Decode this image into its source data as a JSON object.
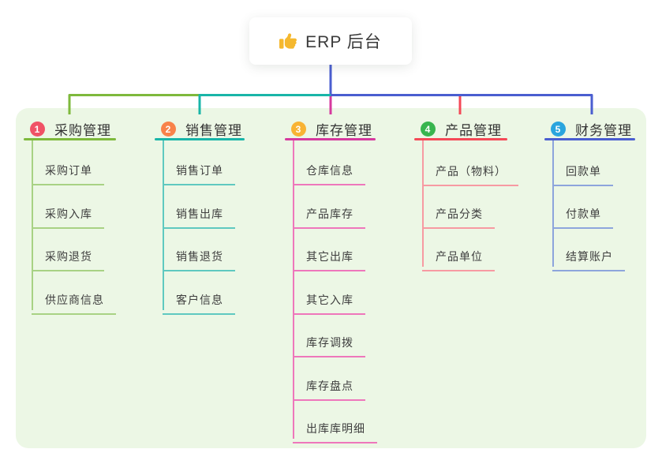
{
  "root": {
    "label": "ERP 后台",
    "icon": "thumbs-up-icon"
  },
  "branches": [
    {
      "index": "1",
      "title": "采购管理",
      "badge_color": "#f05266",
      "line_color": "#7eb93c",
      "sub_line_color": "#a8d284",
      "items": [
        "采购订单",
        "采购入库",
        "采购退货",
        "供应商信息"
      ]
    },
    {
      "index": "2",
      "title": "销售管理",
      "badge_color": "#f8824a",
      "line_color": "#19b5a8",
      "sub_line_color": "#5fc9c0",
      "items": [
        "销售订单",
        "销售出库",
        "销售退货",
        "客户信息"
      ]
    },
    {
      "index": "3",
      "title": "库存管理",
      "badge_color": "#f8b334",
      "line_color": "#d6399e",
      "sub_line_color": "#ee77bb",
      "items": [
        "仓库信息",
        "产品库存",
        "其它出库",
        "其它入库",
        "库存调拨",
        "库存盘点",
        "出库库明细"
      ]
    },
    {
      "index": "4",
      "title": "产品管理",
      "badge_color": "#38b54e",
      "line_color": "#f44957",
      "sub_line_color": "#f79aa2",
      "items": [
        "产品（物料）",
        "产品分类",
        "产品单位"
      ]
    },
    {
      "index": "5",
      "title": "财务管理",
      "badge_color": "#2aa5de",
      "line_color": "#4a5ed0",
      "sub_line_color": "#8da5dc",
      "items": [
        "回款单",
        "付款单",
        "结算账户"
      ]
    }
  ],
  "palette": {
    "root_connector": "#4a5ed0",
    "branch1_line": "#7eb93c",
    "branch2_line": "#19b5a8",
    "branch3_line": "#d6399e",
    "branch4_line": "#f44957",
    "branch5_line": "#4a5ed0",
    "canvas_panel_bg": "#ecf7e5",
    "thumb_icon_color": "#f5b82e"
  }
}
